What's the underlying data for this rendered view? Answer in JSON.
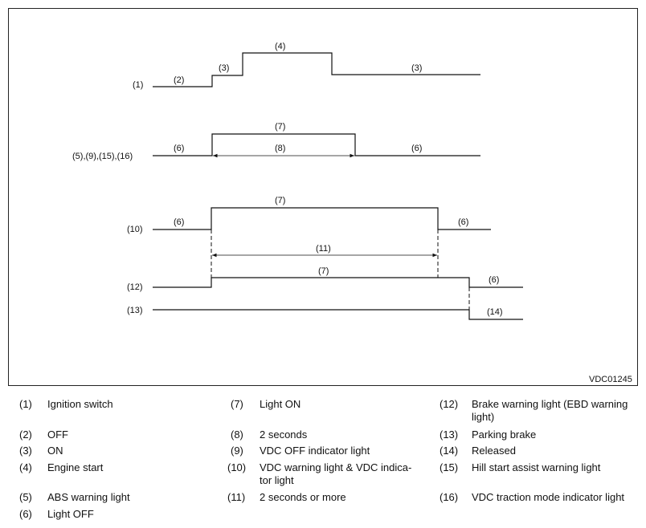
{
  "diagram": {
    "figure_id": "VDC01245",
    "rows": {
      "ignition": {
        "label": "(1)",
        "seg_off": "(2)",
        "seg_on_before": "(3)",
        "seg_start": "(4)",
        "seg_on_after": "(3)"
      },
      "abs_group": {
        "label": "(5),(9),(15),(16)",
        "seg_off_before": "(6)",
        "seg_on": "(7)",
        "duration": "(8)",
        "seg_off_after": "(6)"
      },
      "vdc_warning": {
        "label": "(10)",
        "seg_off_before": "(6)",
        "seg_on": "(7)",
        "seg_off_after": "(6)",
        "duration": "(11)"
      },
      "brake_warning": {
        "label": "(12)",
        "seg_on": "(7)",
        "seg_off_after": "(6)"
      },
      "parking_brake": {
        "label": "(13)",
        "seg_released": "(14)"
      }
    }
  },
  "legend": [
    {
      "num": "(1)",
      "text": "Ignition switch"
    },
    {
      "num": "(2)",
      "text": "OFF"
    },
    {
      "num": "(3)",
      "text": "ON"
    },
    {
      "num": "(4)",
      "text": "Engine start"
    },
    {
      "num": "(5)",
      "text": "ABS warning light"
    },
    {
      "num": "(6)",
      "text": "Light OFF"
    },
    {
      "num": "(7)",
      "text": "Light ON"
    },
    {
      "num": "(8)",
      "text": "2 seconds"
    },
    {
      "num": "(9)",
      "text": "VDC OFF indicator light"
    },
    {
      "num": "(10)",
      "text": "VDC warning light & VDC indica-\ntor light"
    },
    {
      "num": "(11)",
      "text": "2 seconds or more"
    },
    {
      "num": "(12)",
      "text": "Brake warning light (EBD warning\nlight)"
    },
    {
      "num": "(13)",
      "text": "Parking brake"
    },
    {
      "num": "(14)",
      "text": "Released"
    },
    {
      "num": "(15)",
      "text": "Hill start assist warning light"
    },
    {
      "num": "(16)",
      "text": "VDC traction mode indicator light"
    }
  ]
}
